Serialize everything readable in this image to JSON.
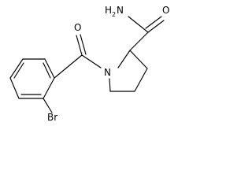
{
  "molecule": {
    "atom_labels": {
      "amide_oxygen": "O",
      "amine_h": "H",
      "amine_h_count": "2",
      "amine_n": "N",
      "ring_nitrogen": "N",
      "ketone_oxygen": "O",
      "bromo": "Br"
    },
    "colors": {
      "bond": "#000000",
      "label": "#000000",
      "background": "#ffffff"
    }
  }
}
